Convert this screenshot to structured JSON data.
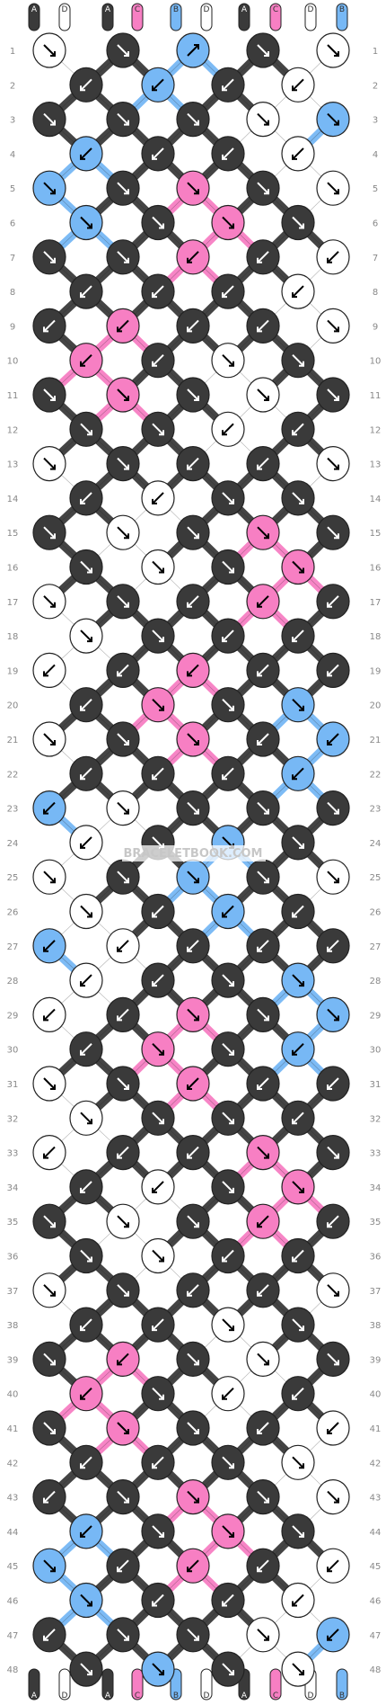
{
  "colors": {
    "A": "#3a3a3a",
    "D": "#ffffff",
    "C": "#f77fc3",
    "B": "#77b8f5"
  },
  "strings_top": [
    "A",
    "D",
    "A",
    "C",
    "B",
    "D",
    "A",
    "C",
    "D",
    "B"
  ],
  "strings_bottom": [
    "A",
    "D",
    "A",
    "C",
    "B",
    "D",
    "A",
    "C",
    "D",
    "B"
  ],
  "row_numbers": [
    "1",
    "2",
    "3",
    "4",
    "5",
    "6",
    "7",
    "8",
    "9",
    "10",
    "11",
    "12",
    "13",
    "14",
    "15",
    "16",
    "17",
    "18",
    "19",
    "20",
    "21",
    "22",
    "23",
    "24",
    "25",
    "26",
    "27",
    "28",
    "29",
    "30",
    "31",
    "32",
    "33",
    "34",
    "35",
    "36",
    "37",
    "38",
    "39",
    "40",
    "41",
    "42",
    "43",
    "44",
    "45",
    "46",
    "47",
    "48"
  ],
  "rows": [
    [
      [
        "D",
        "se"
      ],
      [
        "A",
        "se"
      ],
      [
        "B",
        "ne"
      ],
      [
        "A",
        "se"
      ],
      [
        "D",
        "se"
      ]
    ],
    [
      [
        "A",
        "sw"
      ],
      [
        "B",
        "sw"
      ],
      [
        "A",
        "sw"
      ],
      [
        "D",
        "sw"
      ]
    ],
    [
      [
        "A",
        "se"
      ],
      [
        "A",
        "se"
      ],
      [
        "A",
        "se"
      ],
      [
        "D",
        "se"
      ],
      [
        "B",
        "se"
      ]
    ],
    [
      [
        "B",
        "sw"
      ],
      [
        "A",
        "sw"
      ],
      [
        "A",
        "sw"
      ],
      [
        "D",
        "sw"
      ]
    ],
    [
      [
        "B",
        "se"
      ],
      [
        "A",
        "se"
      ],
      [
        "C",
        "se"
      ],
      [
        "A",
        "se"
      ],
      [
        "D",
        "se"
      ]
    ],
    [
      [
        "B",
        "se"
      ],
      [
        "A",
        "se"
      ],
      [
        "C",
        "se"
      ],
      [
        "A",
        "se"
      ]
    ],
    [
      [
        "A",
        "se"
      ],
      [
        "A",
        "se"
      ],
      [
        "C",
        "sw"
      ],
      [
        "A",
        "sw"
      ],
      [
        "D",
        "sw"
      ]
    ],
    [
      [
        "A",
        "sw"
      ],
      [
        "A",
        "sw"
      ],
      [
        "A",
        "sw"
      ],
      [
        "D",
        "sw"
      ]
    ],
    [
      [
        "A",
        "sw"
      ],
      [
        "C",
        "sw"
      ],
      [
        "A",
        "sw"
      ],
      [
        "A",
        "sw"
      ],
      [
        "D",
        "se"
      ]
    ],
    [
      [
        "C",
        "sw"
      ],
      [
        "A",
        "sw"
      ],
      [
        "D",
        "se"
      ],
      [
        "A",
        "se"
      ]
    ],
    [
      [
        "A",
        "se"
      ],
      [
        "C",
        "se"
      ],
      [
        "A",
        "se"
      ],
      [
        "D",
        "se"
      ],
      [
        "A",
        "se"
      ]
    ],
    [
      [
        "A",
        "se"
      ],
      [
        "A",
        "se"
      ],
      [
        "D",
        "sw"
      ],
      [
        "A",
        "sw"
      ]
    ],
    [
      [
        "D",
        "se"
      ],
      [
        "A",
        "se"
      ],
      [
        "A",
        "sw"
      ],
      [
        "A",
        "sw"
      ],
      [
        "D",
        "se"
      ]
    ],
    [
      [
        "A",
        "sw"
      ],
      [
        "D",
        "sw"
      ],
      [
        "A",
        "se"
      ],
      [
        "A",
        "se"
      ]
    ],
    [
      [
        "A",
        "se"
      ],
      [
        "D",
        "se"
      ],
      [
        "A",
        "se"
      ],
      [
        "C",
        "se"
      ],
      [
        "A",
        "se"
      ]
    ],
    [
      [
        "A",
        "se"
      ],
      [
        "D",
        "se"
      ],
      [
        "A",
        "se"
      ],
      [
        "C",
        "se"
      ]
    ],
    [
      [
        "D",
        "se"
      ],
      [
        "A",
        "se"
      ],
      [
        "A",
        "sw"
      ],
      [
        "C",
        "sw"
      ],
      [
        "A",
        "sw"
      ]
    ],
    [
      [
        "D",
        "se"
      ],
      [
        "A",
        "se"
      ],
      [
        "A",
        "sw"
      ],
      [
        "A",
        "sw"
      ]
    ],
    [
      [
        "D",
        "sw"
      ],
      [
        "A",
        "sw"
      ],
      [
        "C",
        "sw"
      ],
      [
        "A",
        "sw"
      ],
      [
        "A",
        "sw"
      ]
    ],
    [
      [
        "A",
        "sw"
      ],
      [
        "C",
        "se"
      ],
      [
        "A",
        "se"
      ],
      [
        "B",
        "se"
      ]
    ],
    [
      [
        "D",
        "se"
      ],
      [
        "A",
        "se"
      ],
      [
        "C",
        "se"
      ],
      [
        "A",
        "sw"
      ],
      [
        "B",
        "sw"
      ]
    ],
    [
      [
        "A",
        "sw"
      ],
      [
        "A",
        "sw"
      ],
      [
        "A",
        "sw"
      ],
      [
        "B",
        "sw"
      ]
    ],
    [
      [
        "B",
        "sw"
      ],
      [
        "D",
        "se"
      ],
      [
        "A",
        "se"
      ],
      [
        "A",
        "se"
      ],
      [
        "A",
        "se"
      ]
    ],
    [
      [
        "D",
        "sw"
      ],
      [
        "A",
        "se"
      ],
      [
        "B",
        "se"
      ],
      [
        "A",
        "se"
      ]
    ],
    [
      [
        "D",
        "se"
      ],
      [
        "A",
        "se"
      ],
      [
        "B",
        "se"
      ],
      [
        "A",
        "se"
      ],
      [
        "D",
        "se"
      ]
    ],
    [
      [
        "D",
        "se"
      ],
      [
        "A",
        "sw"
      ],
      [
        "B",
        "sw"
      ],
      [
        "A",
        "sw"
      ]
    ],
    [
      [
        "B",
        "sw"
      ],
      [
        "D",
        "sw"
      ],
      [
        "A",
        "sw"
      ],
      [
        "A",
        "sw"
      ],
      [
        "A",
        "sw"
      ]
    ],
    [
      [
        "D",
        "sw"
      ],
      [
        "A",
        "sw"
      ],
      [
        "A",
        "se"
      ],
      [
        "B",
        "se"
      ]
    ],
    [
      [
        "D",
        "sw"
      ],
      [
        "A",
        "sw"
      ],
      [
        "C",
        "se"
      ],
      [
        "A",
        "se"
      ],
      [
        "B",
        "se"
      ]
    ],
    [
      [
        "A",
        "sw"
      ],
      [
        "C",
        "se"
      ],
      [
        "A",
        "se"
      ],
      [
        "B",
        "sw"
      ]
    ],
    [
      [
        "D",
        "se"
      ],
      [
        "A",
        "se"
      ],
      [
        "C",
        "sw"
      ],
      [
        "A",
        "sw"
      ],
      [
        "A",
        "sw"
      ]
    ],
    [
      [
        "D",
        "se"
      ],
      [
        "A",
        "se"
      ],
      [
        "A",
        "se"
      ],
      [
        "A",
        "sw"
      ]
    ],
    [
      [
        "D",
        "sw"
      ],
      [
        "A",
        "sw"
      ],
      [
        "A",
        "sw"
      ],
      [
        "C",
        "se"
      ],
      [
        "A",
        "se"
      ]
    ],
    [
      [
        "A",
        "sw"
      ],
      [
        "D",
        "sw"
      ],
      [
        "A",
        "se"
      ],
      [
        "C",
        "se"
      ]
    ],
    [
      [
        "A",
        "se"
      ],
      [
        "D",
        "se"
      ],
      [
        "A",
        "se"
      ],
      [
        "C",
        "sw"
      ],
      [
        "A",
        "sw"
      ]
    ],
    [
      [
        "A",
        "se"
      ],
      [
        "D",
        "se"
      ],
      [
        "A",
        "sw"
      ],
      [
        "A",
        "sw"
      ]
    ],
    [
      [
        "D",
        "se"
      ],
      [
        "A",
        "se"
      ],
      [
        "A",
        "sw"
      ],
      [
        "A",
        "sw"
      ],
      [
        "D",
        "se"
      ]
    ],
    [
      [
        "A",
        "sw"
      ],
      [
        "A",
        "sw"
      ],
      [
        "D",
        "se"
      ],
      [
        "A",
        "se"
      ]
    ],
    [
      [
        "A",
        "se"
      ],
      [
        "C",
        "sw"
      ],
      [
        "A",
        "se"
      ],
      [
        "D",
        "se"
      ],
      [
        "A",
        "se"
      ]
    ],
    [
      [
        "C",
        "sw"
      ],
      [
        "A",
        "se"
      ],
      [
        "D",
        "sw"
      ],
      [
        "A",
        "sw"
      ]
    ],
    [
      [
        "A",
        "se"
      ],
      [
        "C",
        "se"
      ],
      [
        "A",
        "se"
      ],
      [
        "A",
        "sw"
      ],
      [
        "D",
        "sw"
      ]
    ],
    [
      [
        "A",
        "sw"
      ],
      [
        "A",
        "sw"
      ],
      [
        "A",
        "se"
      ],
      [
        "D",
        "se"
      ]
    ],
    [
      [
        "A",
        "sw"
      ],
      [
        "A",
        "se"
      ],
      [
        "C",
        "se"
      ],
      [
        "A",
        "se"
      ],
      [
        "D",
        "se"
      ]
    ],
    [
      [
        "B",
        "sw"
      ],
      [
        "A",
        "se"
      ],
      [
        "C",
        "se"
      ],
      [
        "A",
        "se"
      ]
    ],
    [
      [
        "B",
        "se"
      ],
      [
        "A",
        "sw"
      ],
      [
        "C",
        "sw"
      ],
      [
        "A",
        "sw"
      ],
      [
        "D",
        "sw"
      ]
    ],
    [
      [
        "B",
        "se"
      ],
      [
        "A",
        "sw"
      ],
      [
        "A",
        "sw"
      ],
      [
        "D",
        "sw"
      ]
    ],
    [
      [
        "A",
        "sw"
      ],
      [
        "A",
        "se"
      ],
      [
        "A",
        "se"
      ],
      [
        "D",
        "se"
      ],
      [
        "B",
        "sw"
      ]
    ],
    [
      [
        "A",
        "se"
      ],
      [
        "B",
        "se"
      ],
      [
        "A",
        "se"
      ],
      [
        "D",
        "se"
      ]
    ]
  ],
  "watermark": "BRACELETBOOK.COM"
}
